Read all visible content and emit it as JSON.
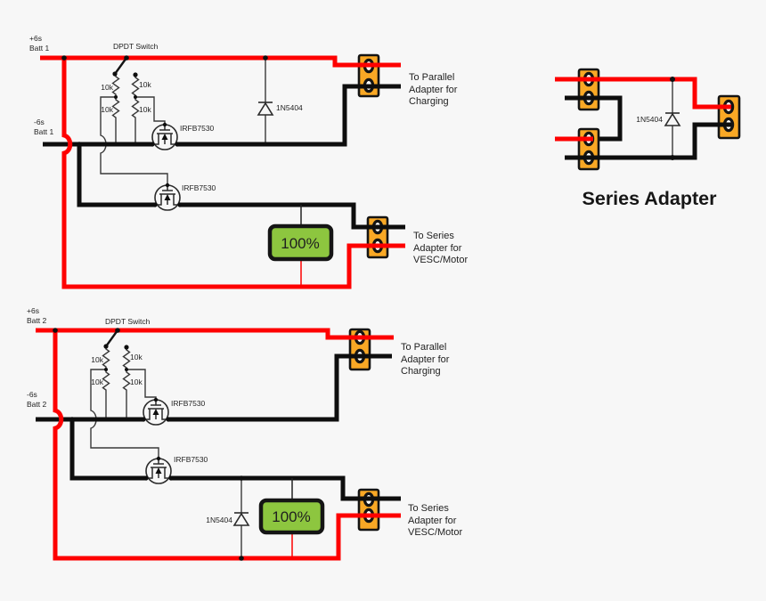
{
  "colors": {
    "background": "#f7f7f7",
    "positive_wire": "#fe0000",
    "negative_wire": "#0e0e0e",
    "connector": "#f9a825",
    "display_green": "#8dc63f"
  },
  "batt1": {
    "plus_line1": "+6s",
    "plus_line2": "Batt 1",
    "minus_line1": "-6s",
    "minus_line2": "Batt 1",
    "switch_label": "DPDT Switch",
    "r1": "10k",
    "r2": "10k",
    "r3": "10k",
    "r4": "10k",
    "q1": "IRFB7530",
    "q2": "IRFB7530",
    "d1": "1N5404",
    "display_value": "100%",
    "parallel_line1": "To Parallel",
    "parallel_line2": "Adapter for",
    "parallel_line3": "Charging",
    "series_line1": "To Series",
    "series_line2": "Adapter for",
    "series_line3": "VESC/Motor"
  },
  "batt2": {
    "plus_line1": "+6s",
    "plus_line2": "Batt 2",
    "minus_line1": "-6s",
    "minus_line2": "Batt 2",
    "switch_label": "DPDT Switch",
    "r1": "10k",
    "r2": "10k",
    "r3": "10k",
    "r4": "10k",
    "q1": "IRFB7530",
    "q2": "IRFB7530",
    "d1": "1N5404",
    "display_value": "100%",
    "parallel_line1": "To Parallel",
    "parallel_line2": "Adapter for",
    "parallel_line3": "Charging",
    "series_line1": "To Series",
    "series_line2": "Adapter for",
    "series_line3": "VESC/Motor"
  },
  "series_adapter": {
    "d1": "1N5404",
    "title": "Series Adapter"
  }
}
